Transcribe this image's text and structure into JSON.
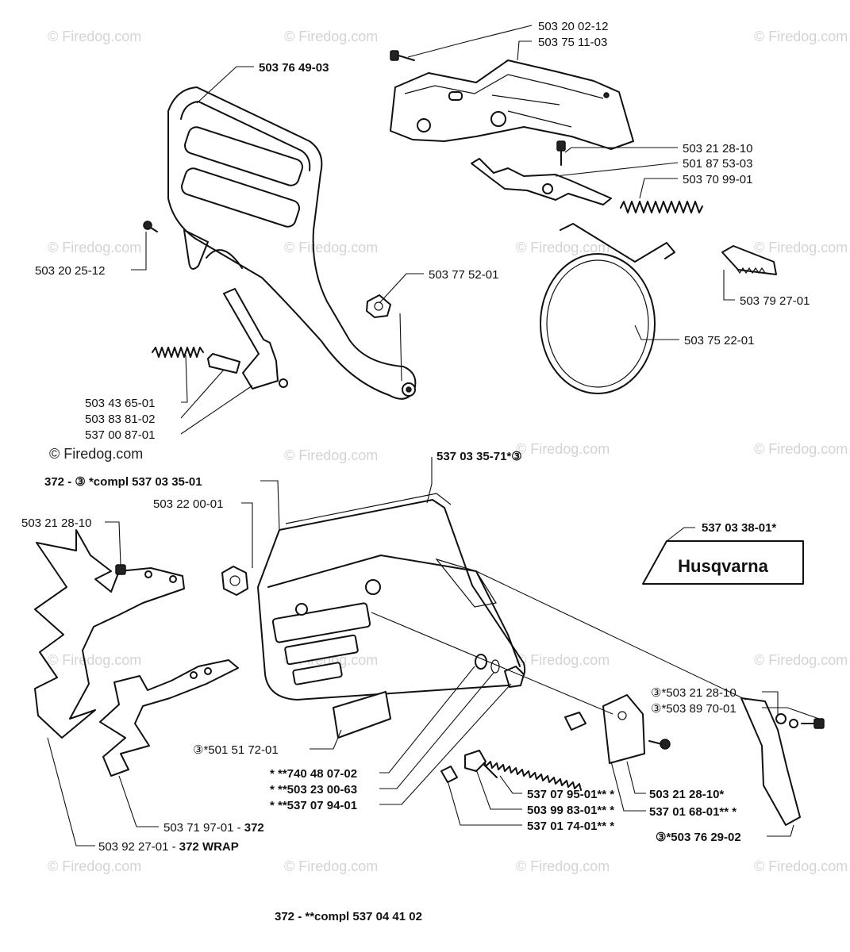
{
  "watermark": "© Firedog.com",
  "brand_logo_text": "Husqvarna",
  "labels": {
    "l1": "503 20 02-12",
    "l2": "503 75 11-03",
    "l3": "503 76 49-03",
    "l4": "503 21 28-10",
    "l5": "501 87 53-03",
    "l6": "503 70 99-01",
    "l7": "503 20 25-12",
    "l8": "503 77 52-01",
    "l9": "503 79 27-01",
    "l10": "503 75 22-01",
    "l11": "503 43 65-01",
    "l12": "503 83 81-02",
    "l13": "537 00 87-01",
    "l14": "537 03 35-71*③",
    "l15": "372 - ③ *compl 537 03 35-01",
    "l16": "503 22 00-01",
    "l17": "503 21 28-10",
    "l18": "537 03 38-01*",
    "l19": "③*503 21 28-10",
    "l20": "③*503 89 70-01",
    "l21": "③*501 51 72-01",
    "l22": "* **740 48 07-02",
    "l23": "* **503 23 00-63",
    "l24": "* **537 07 94-01",
    "l25": "537 07 95-01** *",
    "l26": "503 99 83-01** *",
    "l27": "537 01 74-01** *",
    "l28": "503 21 28-10*",
    "l29": "537 01 68-01** *",
    "l30": "③*503 76 29-02",
    "l31a": "503 71 97-01 - ",
    "l31b": "372",
    "l32a": "503 92 27-01 - ",
    "l32b": "372 WRAP",
    "l33": "372 - **compl 537 04 41 02"
  }
}
